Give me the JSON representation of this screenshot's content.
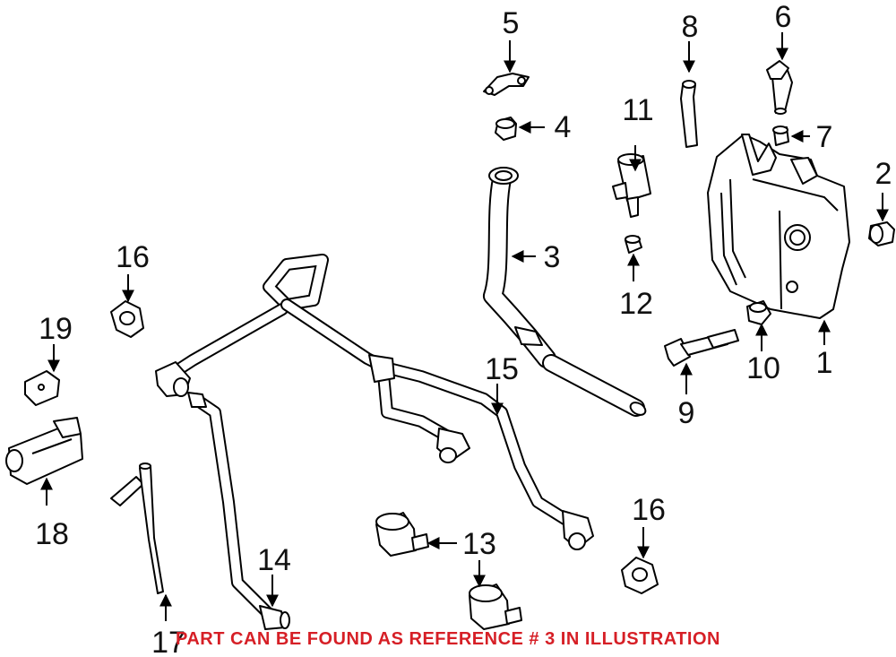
{
  "callouts": {
    "c1": "1",
    "c2": "2",
    "c3": "3",
    "c4": "4",
    "c5": "5",
    "c6": "6",
    "c7": "7",
    "c8": "8",
    "c9": "9",
    "c10": "10",
    "c11": "11",
    "c12": "12",
    "c13": "13",
    "c14": "14",
    "c15": "15",
    "c16a": "16",
    "c16b": "16",
    "c17": "17",
    "c18": "18",
    "c19": "19"
  },
  "note": {
    "text": "PART CAN BE FOUND AS REFERENCE # 3 IN ILLUSTRATION",
    "color": "#d61f26"
  }
}
